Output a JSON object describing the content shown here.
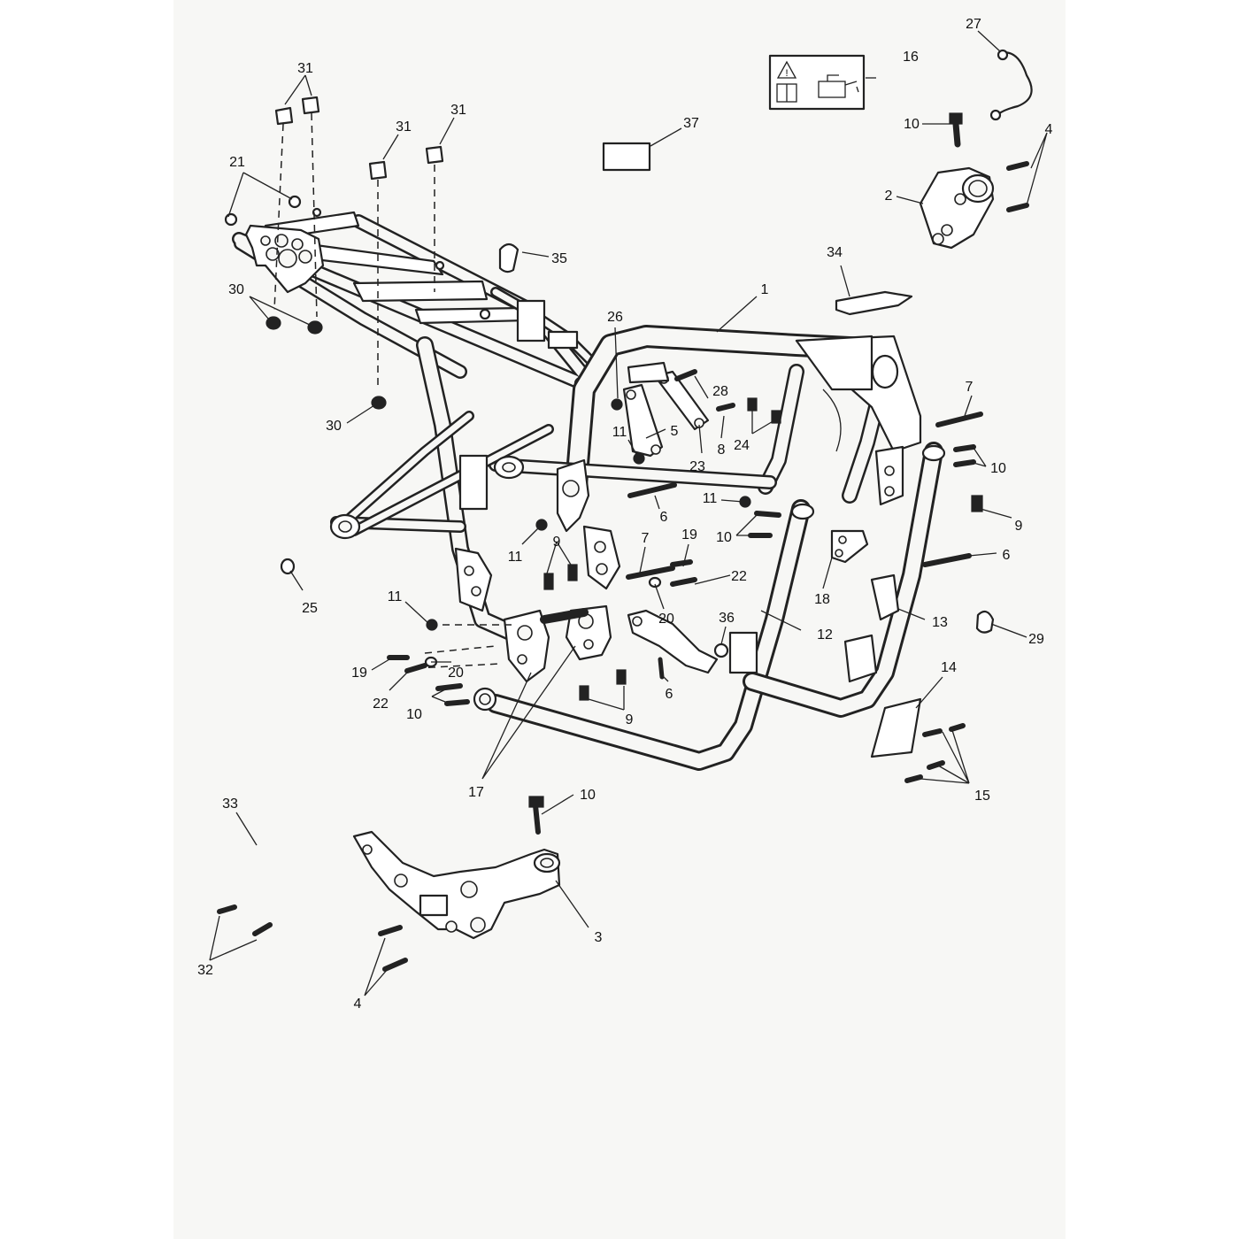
{
  "diagram": {
    "callouts": [
      {
        "id": "c1",
        "text": "1"
      },
      {
        "id": "c2",
        "text": "2"
      },
      {
        "id": "c3",
        "text": "3"
      },
      {
        "id": "c4a",
        "text": "4"
      },
      {
        "id": "c4b",
        "text": "4"
      },
      {
        "id": "c5",
        "text": "5"
      },
      {
        "id": "c6a",
        "text": "6"
      },
      {
        "id": "c6b",
        "text": "6"
      },
      {
        "id": "c6c",
        "text": "6"
      },
      {
        "id": "c7a",
        "text": "7"
      },
      {
        "id": "c7b",
        "text": "7"
      },
      {
        "id": "c8",
        "text": "8"
      },
      {
        "id": "c9a",
        "text": "9"
      },
      {
        "id": "c9b",
        "text": "9"
      },
      {
        "id": "c9c",
        "text": "9"
      },
      {
        "id": "c10a",
        "text": "10"
      },
      {
        "id": "c10b",
        "text": "10"
      },
      {
        "id": "c10c",
        "text": "10"
      },
      {
        "id": "c10d",
        "text": "10"
      },
      {
        "id": "c10e",
        "text": "10"
      },
      {
        "id": "c11a",
        "text": "11"
      },
      {
        "id": "c11b",
        "text": "11"
      },
      {
        "id": "c11c",
        "text": "11"
      },
      {
        "id": "c11d",
        "text": "11"
      },
      {
        "id": "c12",
        "text": "12"
      },
      {
        "id": "c13",
        "text": "13"
      },
      {
        "id": "c14",
        "text": "14"
      },
      {
        "id": "c15",
        "text": "15"
      },
      {
        "id": "c16",
        "text": "16"
      },
      {
        "id": "c17",
        "text": "17"
      },
      {
        "id": "c18",
        "text": "18"
      },
      {
        "id": "c19a",
        "text": "19"
      },
      {
        "id": "c19b",
        "text": "19"
      },
      {
        "id": "c20a",
        "text": "20"
      },
      {
        "id": "c20b",
        "text": "20"
      },
      {
        "id": "c21",
        "text": "21"
      },
      {
        "id": "c22a",
        "text": "22"
      },
      {
        "id": "c22b",
        "text": "22"
      },
      {
        "id": "c23",
        "text": "23"
      },
      {
        "id": "c24",
        "text": "24"
      },
      {
        "id": "c25",
        "text": "25"
      },
      {
        "id": "c26",
        "text": "26"
      },
      {
        "id": "c27",
        "text": "27"
      },
      {
        "id": "c28",
        "text": "28"
      },
      {
        "id": "c29",
        "text": "29"
      },
      {
        "id": "c30a",
        "text": "30"
      },
      {
        "id": "c30b",
        "text": "30"
      },
      {
        "id": "c31a",
        "text": "31"
      },
      {
        "id": "c31b",
        "text": "31"
      },
      {
        "id": "c31c",
        "text": "31"
      },
      {
        "id": "c32",
        "text": "32"
      },
      {
        "id": "c33",
        "text": "33"
      },
      {
        "id": "c34",
        "text": "34"
      },
      {
        "id": "c35",
        "text": "35"
      },
      {
        "id": "c36",
        "text": "36"
      },
      {
        "id": "c37",
        "text": "37"
      }
    ]
  }
}
